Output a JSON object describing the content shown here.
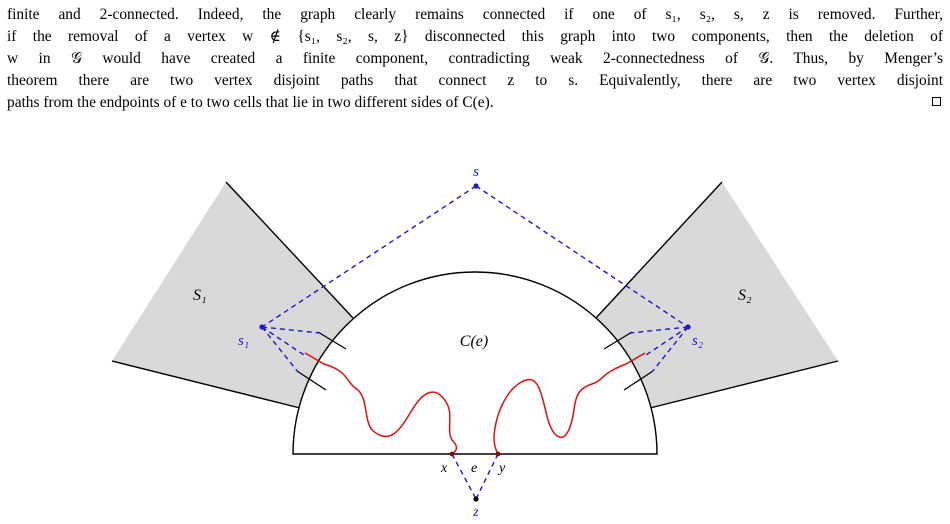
{
  "paper": {
    "lines": [
      "finite and 2-connected. Indeed, the graph clearly remains connected if one of s₁, s₂, s, z is removed. Further,",
      "if the removal of a vertex w ∉ {s₁, s₂, s, z} disconnected this graph into two components, then the deletion of",
      "w in 𝒢 would have created a finite component, contradicting weak 2-connectedness of 𝒢. Thus, by Menger’s",
      "theorem there are two vertex disjoint paths that connect z to s. Equivalently, there are two vertex disjoint",
      "paths from the endpoints of e to two cells that lie in two different sides of C(e)."
    ]
  },
  "figure": {
    "labels": {
      "S1": "S₁",
      "S2": "S₂",
      "s": "s",
      "s1": "s₁",
      "s2": "s₂",
      "Ce": "C(e)",
      "x": "x",
      "e": "e",
      "y": "y",
      "z": "z"
    },
    "colors": {
      "shade": "#d9d9d9",
      "dashed": "#1a1acc",
      "paths": "#dd1111",
      "outline": "#000000"
    }
  }
}
